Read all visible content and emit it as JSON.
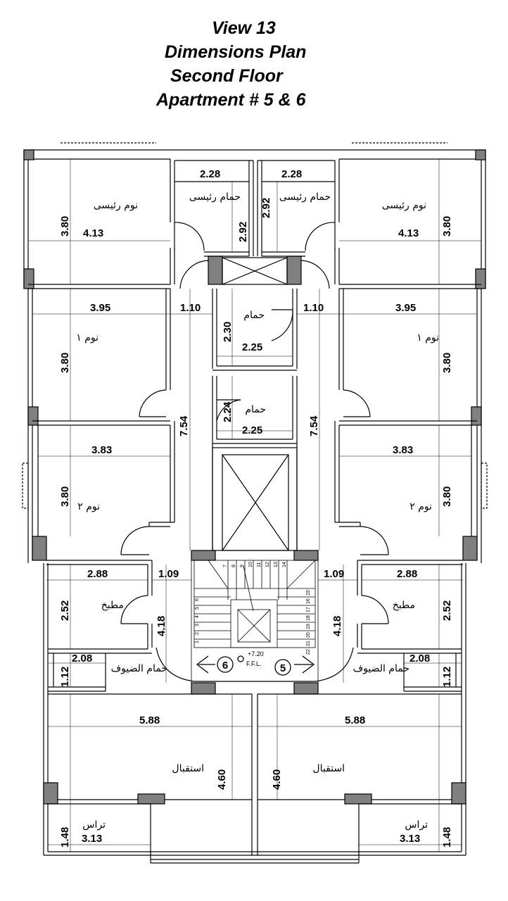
{
  "title": {
    "line1": "View 13",
    "line2": "Dimensions  Plan",
    "line3": "Second Floor",
    "line4": "Apartment #  5 & 6"
  },
  "left_unit": {
    "master_bedroom": {
      "label": "نوم رئيسى",
      "width": "4.13",
      "height": "3.80"
    },
    "master_bath": {
      "label": "حمام رئيسى",
      "width": "2.28",
      "height": "2.92"
    },
    "corridor_upper_width": "1.10",
    "corridor_length": "7.54",
    "bedroom1": {
      "label": "نوم ١",
      "width": "3.95",
      "height": "3.80"
    },
    "bedroom2": {
      "label": "نوم ٢",
      "width": "3.83",
      "height": "3.80"
    },
    "kitchen": {
      "label": "مطبخ",
      "width": "2.88",
      "height": "2.52"
    },
    "corridor_lower_width": "1.09",
    "corridor_lower_length": "4.18",
    "guest_bath": {
      "label": "حمام الضيوف",
      "width": "2.08",
      "height": "1.12"
    },
    "reception": {
      "label": "استقبال",
      "width": "5.88",
      "height": "4.60"
    },
    "terrace": {
      "label": "تراس",
      "width": "3.13",
      "height": "1.48"
    }
  },
  "right_unit": {
    "master_bedroom": {
      "label": "نوم رئيسى",
      "width": "4.13",
      "height": "3.80"
    },
    "master_bath": {
      "label": "حمام رئيسى",
      "width": "2.28",
      "height": "2.92"
    },
    "corridor_upper_width": "1.10",
    "corridor_length": "7.54",
    "bedroom1": {
      "label": "نوم ١",
      "width": "3.95",
      "height": "3.80"
    },
    "bedroom2": {
      "label": "نوم ٢",
      "width": "3.83",
      "height": "3.80"
    },
    "kitchen": {
      "label": "مطبخ",
      "width": "2.88",
      "height": "2.52"
    },
    "corridor_lower_width": "1.09",
    "corridor_lower_length": "4.18",
    "guest_bath": {
      "label": "حمام الضيوف",
      "width": "2.08",
      "height": "1.12"
    },
    "reception": {
      "label": "استقبال",
      "width": "5.88",
      "height": "4.60"
    },
    "terrace": {
      "label": "تراس",
      "width": "3.13",
      "height": "1.48"
    }
  },
  "core": {
    "bath_upper": {
      "label": "حمام",
      "width": "2.25",
      "height": "2.30"
    },
    "bath_lower": {
      "label": "حمام",
      "width": "2.25",
      "height": "2.24"
    },
    "level": "+7.20",
    "level_ref": "F.F.L.",
    "flat_left": "6",
    "flat_right": "5",
    "step_numbers": [
      "1",
      "2",
      "3",
      "4",
      "5",
      "6",
      "7",
      "8",
      "9",
      "10",
      "11",
      "12",
      "13",
      "14",
      "15",
      "16",
      "17",
      "18",
      "19",
      "20",
      "21",
      "22"
    ]
  }
}
